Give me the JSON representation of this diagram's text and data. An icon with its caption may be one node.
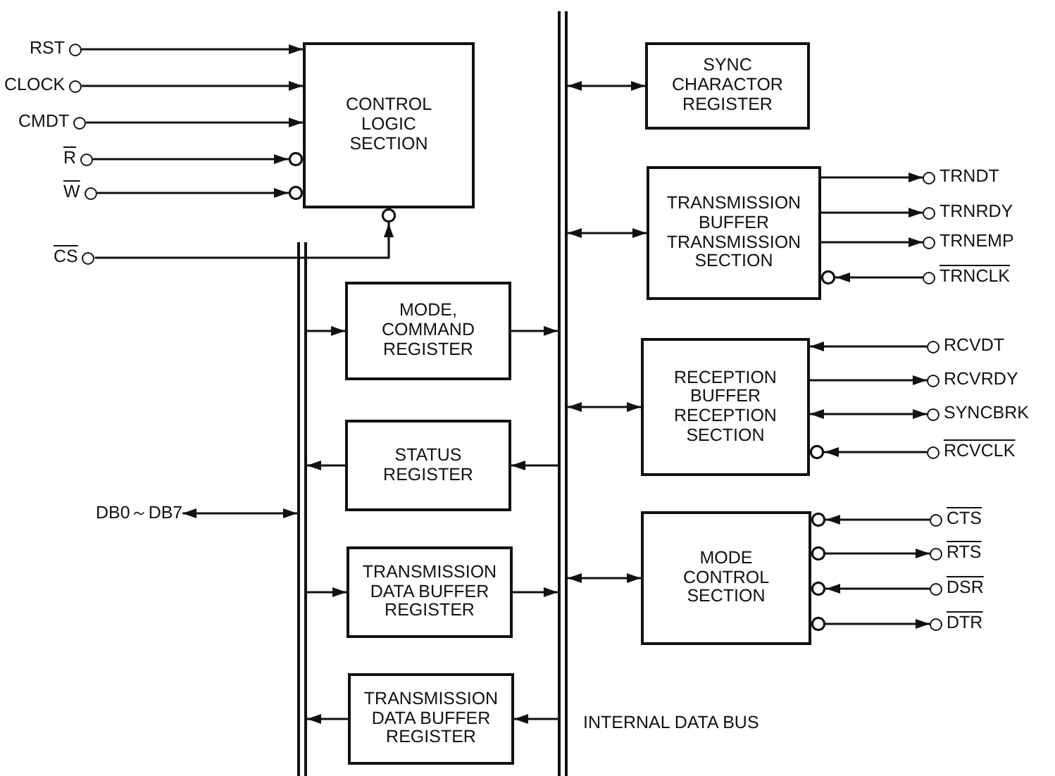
{
  "diagram": {
    "nodes": [
      {
        "text": [
          "RST"
        ]
      },
      {
        "text": [
          "CLOCK"
        ]
      },
      {
        "text": [
          "CMDT"
        ]
      },
      {
        "text": [
          "R"
        ]
      },
      {
        "text": [
          "W"
        ]
      },
      {
        "text": [
          "CS"
        ]
      },
      {
        "text": [
          "CONTROL LOGIC SECTION"
        ]
      },
      {
        "text": [],
        "shape": "bar"
      },
      {
        "text": [
          "SYNC CHARACTOR REGISTER"
        ]
      },
      {
        "text": [
          "TRANSMISSION BUFFER TRANSMISSION SECTION"
        ]
      },
      {
        "text": [
          "TRNDT"
        ]
      },
      {
        "text": [
          "TRNRDY"
        ]
      },
      {
        "text": [
          "TRNEMP"
        ]
      },
      {
        "text": [
          "TRNCLK"
        ]
      },
      {
        "text": [],
        "shape": "bar"
      },
      {
        "text": [
          "MODE, COMMAND REGISTER"
        ]
      },
      {
        "text": [
          "RECEPTION BUFFER RECEPTION SECTION"
        ]
      },
      {
        "text": [
          "RCVDT"
        ]
      },
      {
        "text": [
          "RCVRDY"
        ]
      },
      {
        "text": [
          "SYNCBRK"
        ]
      },
      {
        "text": [
          "RCVCLK"
        ]
      },
      {
        "text": [
          "STATUS REGISTER"
        ]
      },
      {
        "text": [
          "DB0～DB7"
        ]
      },
      {
        "text": [
          "MODE CONTROL SECTION"
        ]
      },
      {
        "text": [
          "CTS"
        ]
      },
      {
        "text": [
          "RTS"
        ]
      },
      {
        "text": [
          "DSR"
        ]
      },
      {
        "text": [
          "DTR"
        ]
      },
      {
        "text": [
          "TRANSMISSION DATA BUFFER REGISTER"
        ]
      },
      {
        "text": [
          "TRANSMISSION DATA BUFFER REGISTER"
        ]
      }
    ],
    "edges": [
      {
        "from": 0,
        "to": 6,
        "arrow": "to"
      },
      {
        "from": 1,
        "to": 6,
        "arrow": "to"
      },
      {
        "from": 2,
        "to": 6,
        "arrow": "to"
      },
      {
        "from": 3,
        "to": 6,
        "arrow": "to"
      },
      {
        "from": 4,
        "to": 6,
        "arrow": "to"
      },
      {
        "from": 5,
        "to": 6,
        "arrow": "to"
      },
      {
        "from": 14,
        "to": 8,
        "arrow": "both"
      },
      {
        "from": 14,
        "to": 9,
        "arrow": "both"
      },
      {
        "from": 9,
        "to": 10,
        "arrow": "to"
      },
      {
        "from": 9,
        "to": 11,
        "arrow": "to"
      },
      {
        "from": 9,
        "to": 12,
        "arrow": "to"
      },
      {
        "from": 13,
        "to": 9,
        "arrow": "to"
      },
      {
        "from": 14,
        "to": 16,
        "arrow": "both"
      },
      {
        "from": 17,
        "to": 16,
        "arrow": "to"
      },
      {
        "from": 16,
        "to": 18,
        "arrow": "to"
      },
      {
        "from": 16,
        "to": 19,
        "arrow": "both"
      },
      {
        "from": 20,
        "to": 16,
        "arrow": "to"
      },
      {
        "from": 14,
        "to": 23,
        "arrow": "both"
      },
      {
        "from": 24,
        "to": 23,
        "arrow": "to"
      },
      {
        "from": 23,
        "to": 25,
        "arrow": "to"
      },
      {
        "from": 26,
        "to": 23,
        "arrow": "to"
      },
      {
        "from": 23,
        "to": 27,
        "arrow": "to"
      },
      {
        "from": 7,
        "to": 15,
        "arrow": "to"
      },
      {
        "from": 15,
        "to": 14,
        "arrow": "to"
      },
      {
        "from": 14,
        "to": 21,
        "arrow": "to"
      },
      {
        "from": 21,
        "to": 7,
        "arrow": "to"
      },
      {
        "from": 7,
        "to": 28,
        "arrow": "to"
      },
      {
        "from": 28,
        "to": 14,
        "arrow": "to"
      },
      {
        "from": 14,
        "to": 29,
        "arrow": "to"
      },
      {
        "from": 29,
        "to": 7,
        "arrow": "to"
      },
      {
        "from": 22,
        "to": 7,
        "arrow": "both"
      }
    ],
    "labels": [
      "INTERNAL DATA BUS"
    ]
  }
}
